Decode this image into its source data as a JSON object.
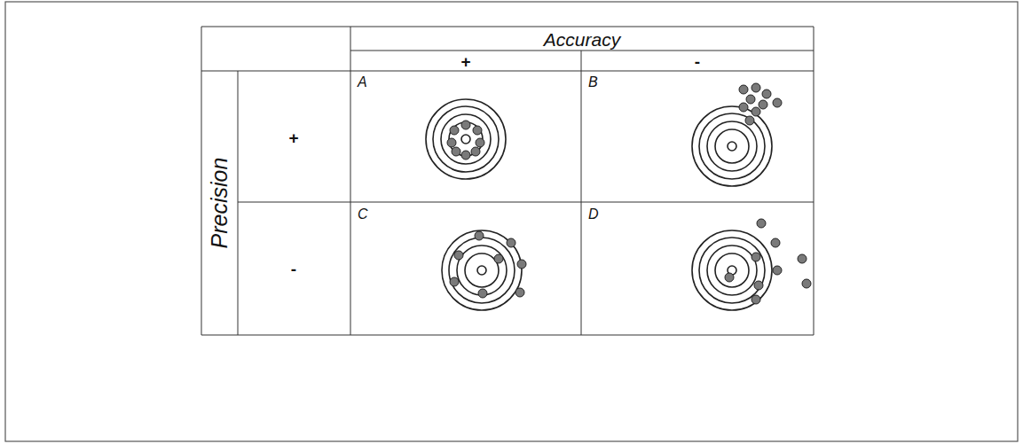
{
  "diagram": {
    "labels": [
      "Accuracy",
      "+",
      "-",
      "Precision",
      "+",
      "A",
      "B",
      "-",
      "C",
      "D"
    ]
  }
}
